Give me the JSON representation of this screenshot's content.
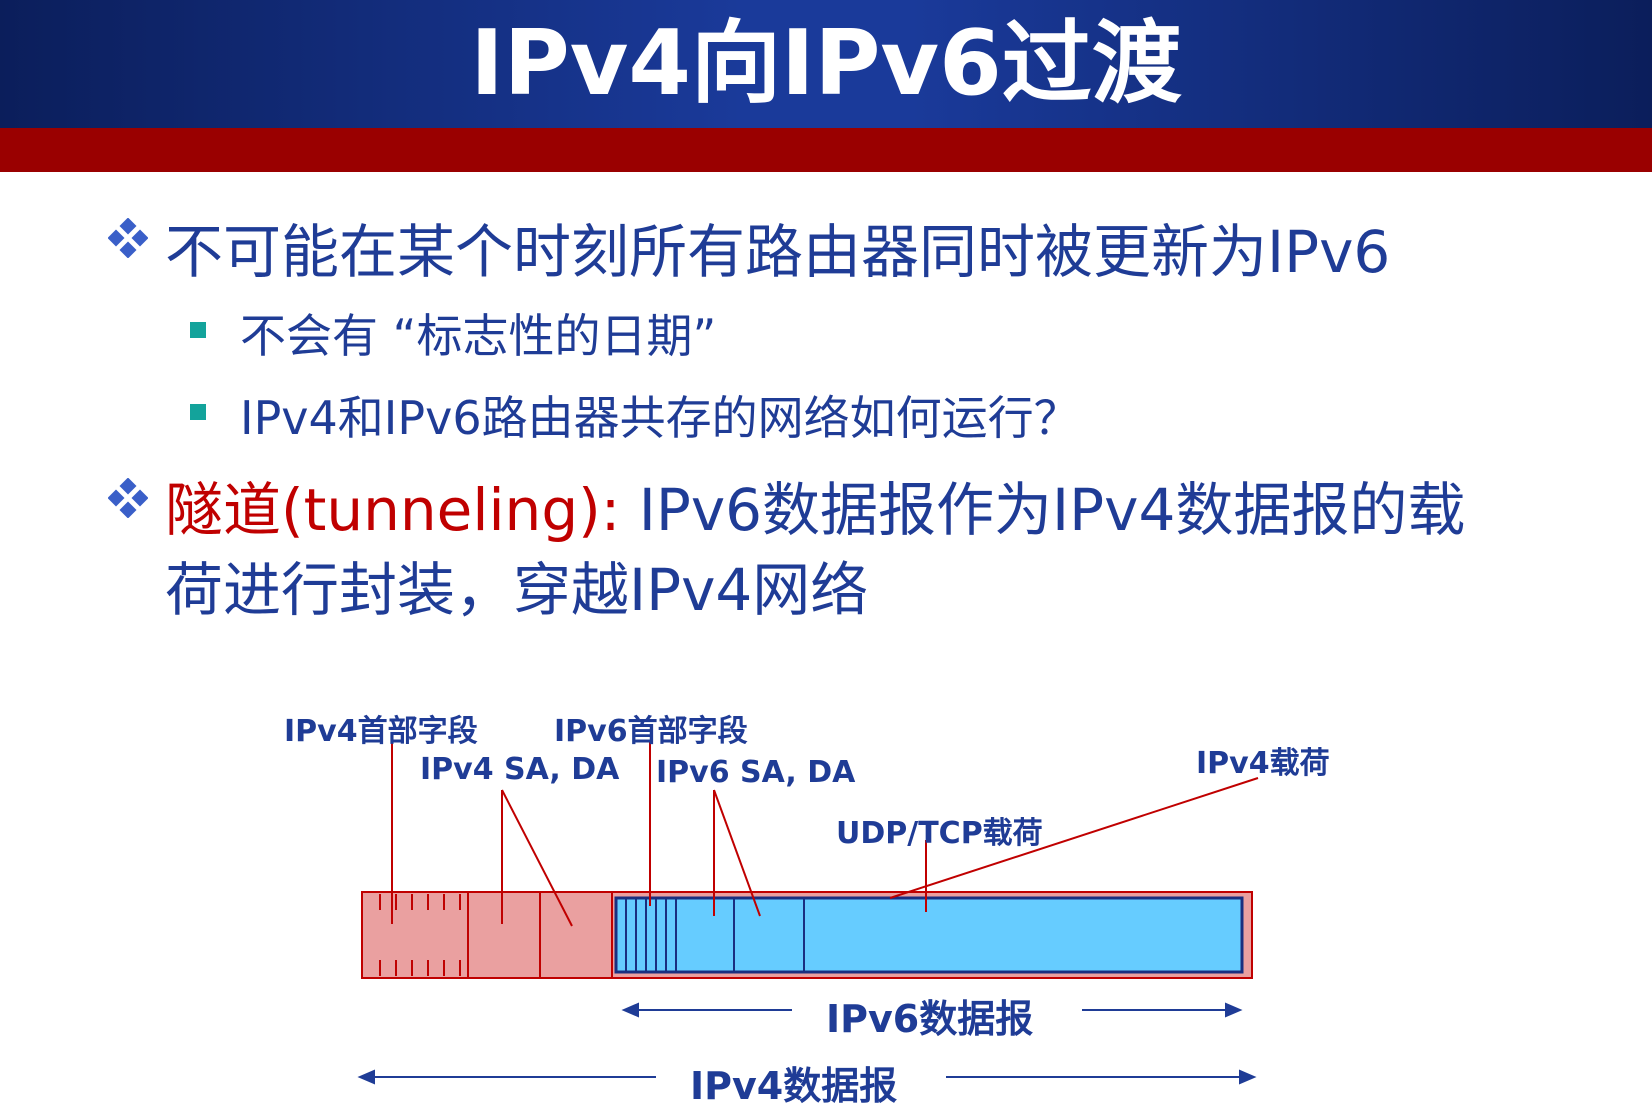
{
  "title": "IPv4向IPv6过渡",
  "bullets": {
    "b1": "不可能在某个时刻所有路由器同时被更新为IPv6",
    "b1_sub1": "不会有 “标志性的日期”",
    "b1_sub2": "IPv4和IPv6路由器共存的网络如何运行？",
    "b2_red": "隧道(tunneling):",
    "b2_rest": " IPv6数据报作为IPv4数据报的载",
    "b2_line2": "荷进行封装，穿越IPv4网络"
  },
  "diagram": {
    "ipv4_header_fields": "IPv4首部字段",
    "ipv6_header_fields": "IPv6首部字段",
    "ipv4_sa_da": "IPv4 SA, DA",
    "ipv6_sa_da": "IPv6 SA, DA",
    "ipv4_payload": "IPv4载荷",
    "udp_tcp_payload": "UDP/TCP载荷",
    "ipv6_datagram": "IPv6数据报",
    "ipv4_datagram": "IPv4数据报"
  },
  "colors": {
    "header_blue": "#1a3a9a",
    "header_red": "#9a0000",
    "text_blue": "#1f3c96",
    "accent_red": "#c00000",
    "ipv4_fill": "#eaa0a0",
    "ipv6_fill": "#66ccff",
    "bullet_teal": "#13a39b"
  }
}
